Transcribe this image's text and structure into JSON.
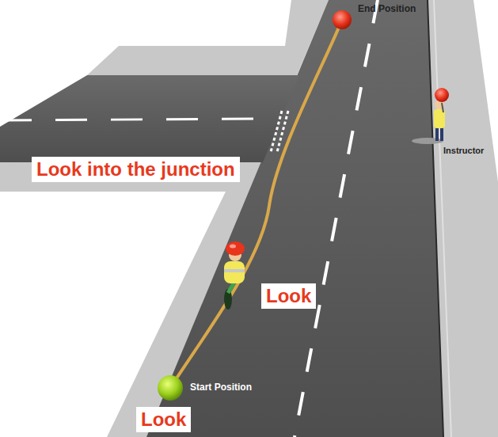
{
  "diagram": {
    "labels": [
      "End Position",
      "Instructor",
      "Look into the junction",
      "Look",
      "Start Position",
      "Look"
    ]
  }
}
